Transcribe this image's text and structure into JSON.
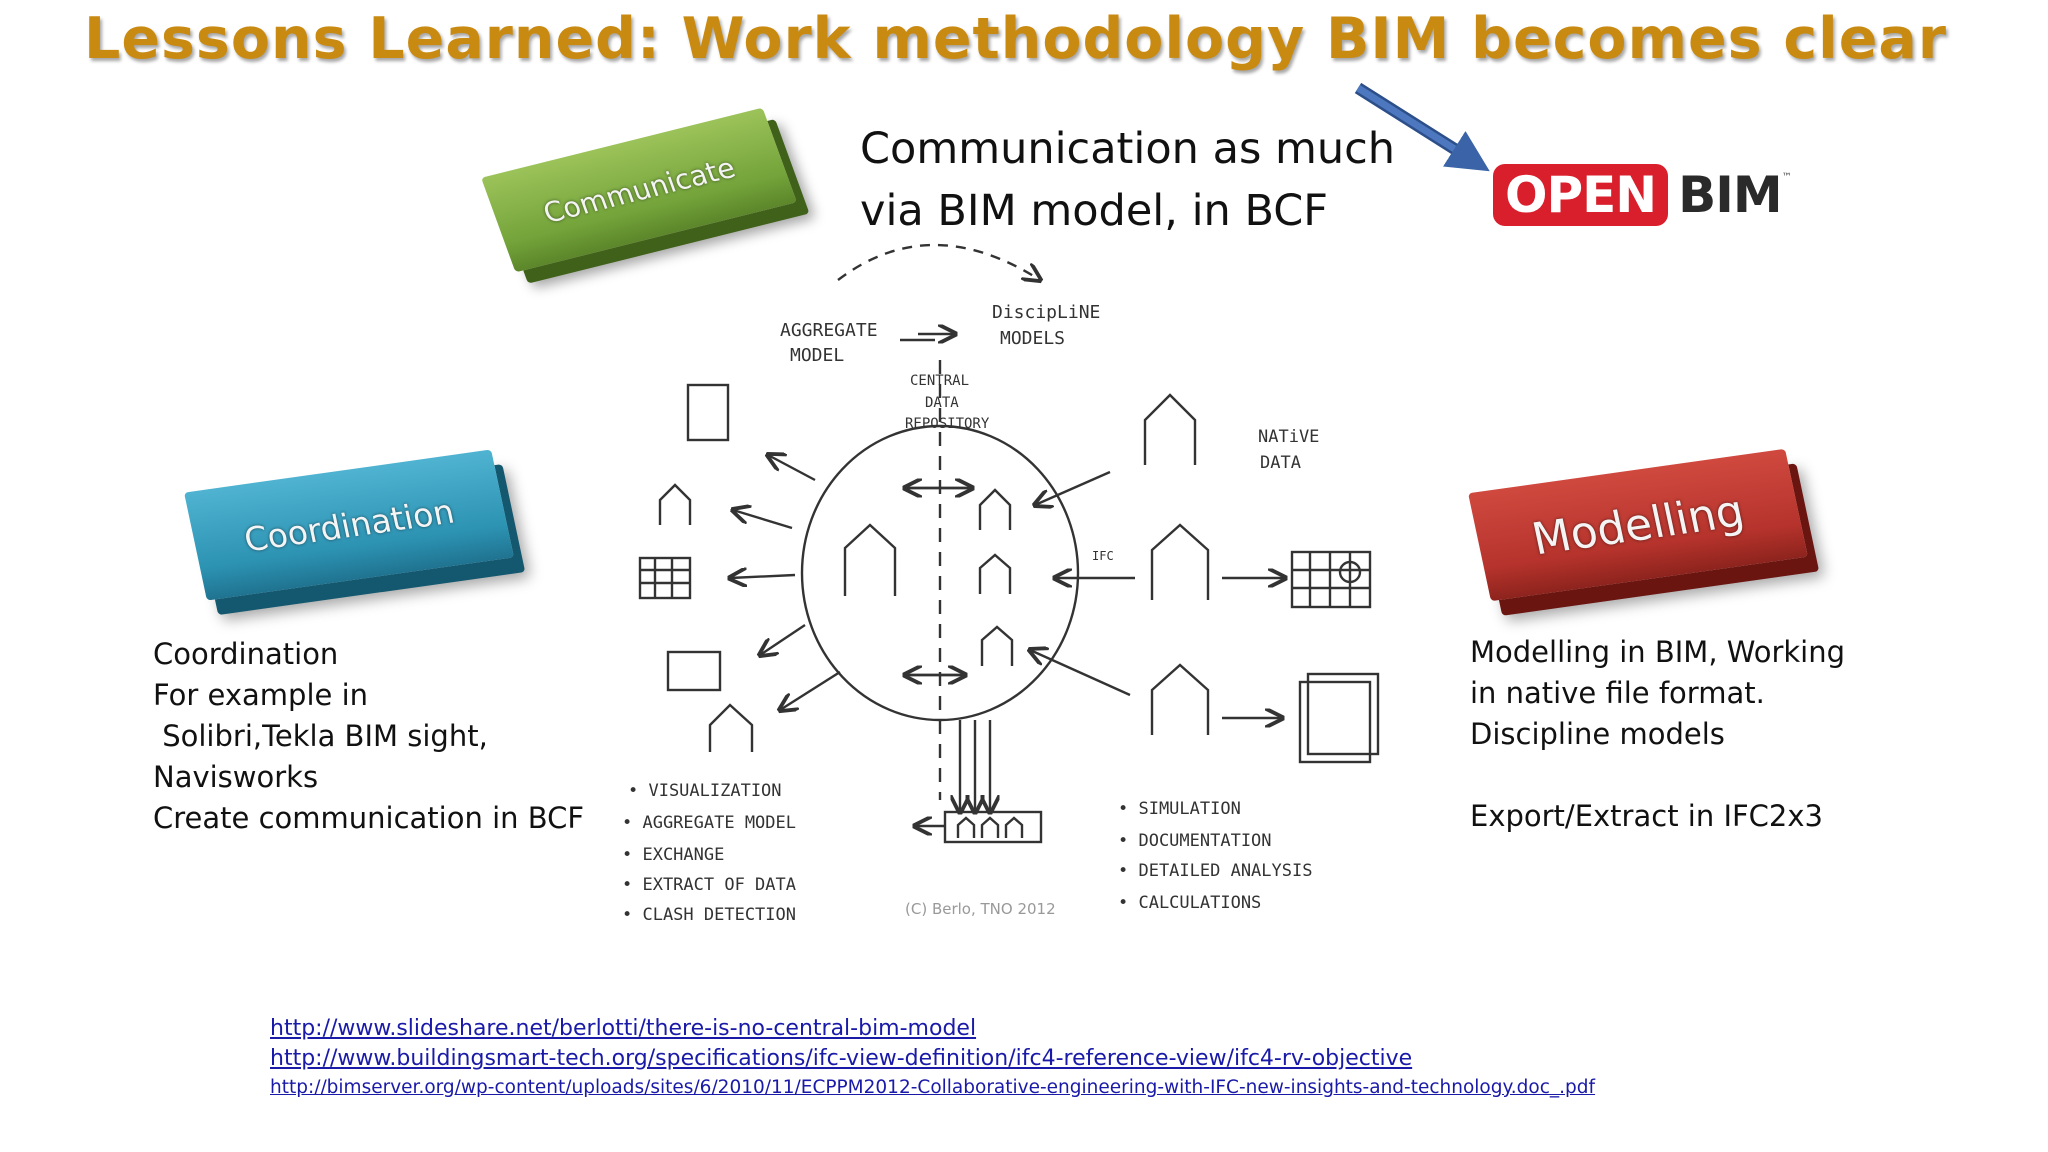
{
  "title": "Lessons Learned: Work methodology BIM becomes clear",
  "headline": {
    "line1": "Communication as much",
    "line2": "via BIM model, in BCF"
  },
  "blocks": {
    "communicate": "Communicate",
    "coordination": "Coordination",
    "modelling": "Modelling"
  },
  "openbim": {
    "open": "OPEN",
    "bim": "BIM",
    "tm": "™"
  },
  "left_text": {
    "line1": "Coordination",
    "line2": "For example in",
    "line3": " Solibri,Tekla BIM sight,",
    "line4": "Navisworks",
    "line5": "Create communication in BCF"
  },
  "right_text": {
    "line1": "Modelling in BIM, Working",
    "line2": "in native file format.",
    "line3": "Discipline models",
    "line4": "",
    "line5": "Export/Extract in IFC2x3"
  },
  "sketch": {
    "aggregate_model_1": "AGGREGATE",
    "aggregate_model_2": "MODEL",
    "discipline_models_1": "DiscipLiNE",
    "discipline_models_2": "MODELS",
    "central_1": "CENTRAL",
    "central_2": "DATA",
    "central_3": "REPOSITORY",
    "native_1": "NATiVE",
    "native_2": "DATA",
    "ifc": "IFC",
    "left_list": [
      "• VISUALIZATION",
      "• AGGREGATE MODEL",
      "• EXCHANGE",
      "• EXTRACT OF DATA",
      "• CLASH DETECTION"
    ],
    "right_list": [
      "• SIMULATION",
      "• DOCUMENTATION",
      "• DETAILED ANALYSIS",
      "• CALCULATIONS"
    ],
    "copyright": "(C) Berlo, TNO 2012"
  },
  "links": {
    "link1": "http://www.slideshare.net/berlotti/there-is-no-central-bim-model",
    "link2": "http://www.buildingsmart-tech.org/specifications/ifc-view-definition/ifc4-reference-view/ifc4-rv-objective",
    "link3": "http://bimserver.org/wp-content/uploads/sites/6/2010/11/ECPPM2012-Collaborative-engineering-with-IFC-new-insights-and-technology.doc_.pdf"
  },
  "colors": {
    "title": "#c98a12",
    "communicate": "#7aab3e",
    "coordination": "#2d93b3",
    "modelling": "#b5332c",
    "openbim_red": "#d81f2b",
    "arrow_blue": "#3a63a8",
    "link": "#1a1aa8"
  }
}
